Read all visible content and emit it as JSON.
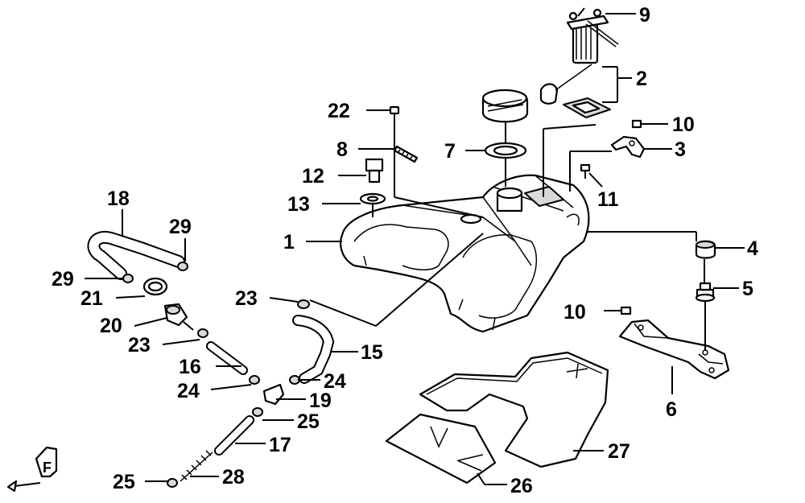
{
  "figure": {
    "callouts": [
      {
        "id": "c1",
        "text": "1"
      },
      {
        "id": "c2",
        "text": "2"
      },
      {
        "id": "c3",
        "text": "3"
      },
      {
        "id": "c4",
        "text": "4"
      },
      {
        "id": "c5",
        "text": "5"
      },
      {
        "id": "c6",
        "text": "6"
      },
      {
        "id": "c7",
        "text": "7"
      },
      {
        "id": "c8",
        "text": "8"
      },
      {
        "id": "c9",
        "text": "9"
      },
      {
        "id": "c10a",
        "text": "10"
      },
      {
        "id": "c10b",
        "text": "10"
      },
      {
        "id": "c11",
        "text": "11"
      },
      {
        "id": "c12",
        "text": "12"
      },
      {
        "id": "c13",
        "text": "13"
      },
      {
        "id": "c15",
        "text": "15"
      },
      {
        "id": "c16",
        "text": "16"
      },
      {
        "id": "c17",
        "text": "17"
      },
      {
        "id": "c18",
        "text": "18"
      },
      {
        "id": "c19",
        "text": "19"
      },
      {
        "id": "c20",
        "text": "20"
      },
      {
        "id": "c21",
        "text": "21"
      },
      {
        "id": "c22",
        "text": "22"
      },
      {
        "id": "c23a",
        "text": "23"
      },
      {
        "id": "c23b",
        "text": "23"
      },
      {
        "id": "c24a",
        "text": "24"
      },
      {
        "id": "c24b",
        "text": "24"
      },
      {
        "id": "c25a",
        "text": "25"
      },
      {
        "id": "c25b",
        "text": "25"
      },
      {
        "id": "c26",
        "text": "26"
      },
      {
        "id": "c27",
        "text": "27"
      },
      {
        "id": "c28",
        "text": "28"
      },
      {
        "id": "c29a",
        "text": "29"
      },
      {
        "id": "c29b",
        "text": "29"
      }
    ],
    "front_marker": "F"
  }
}
